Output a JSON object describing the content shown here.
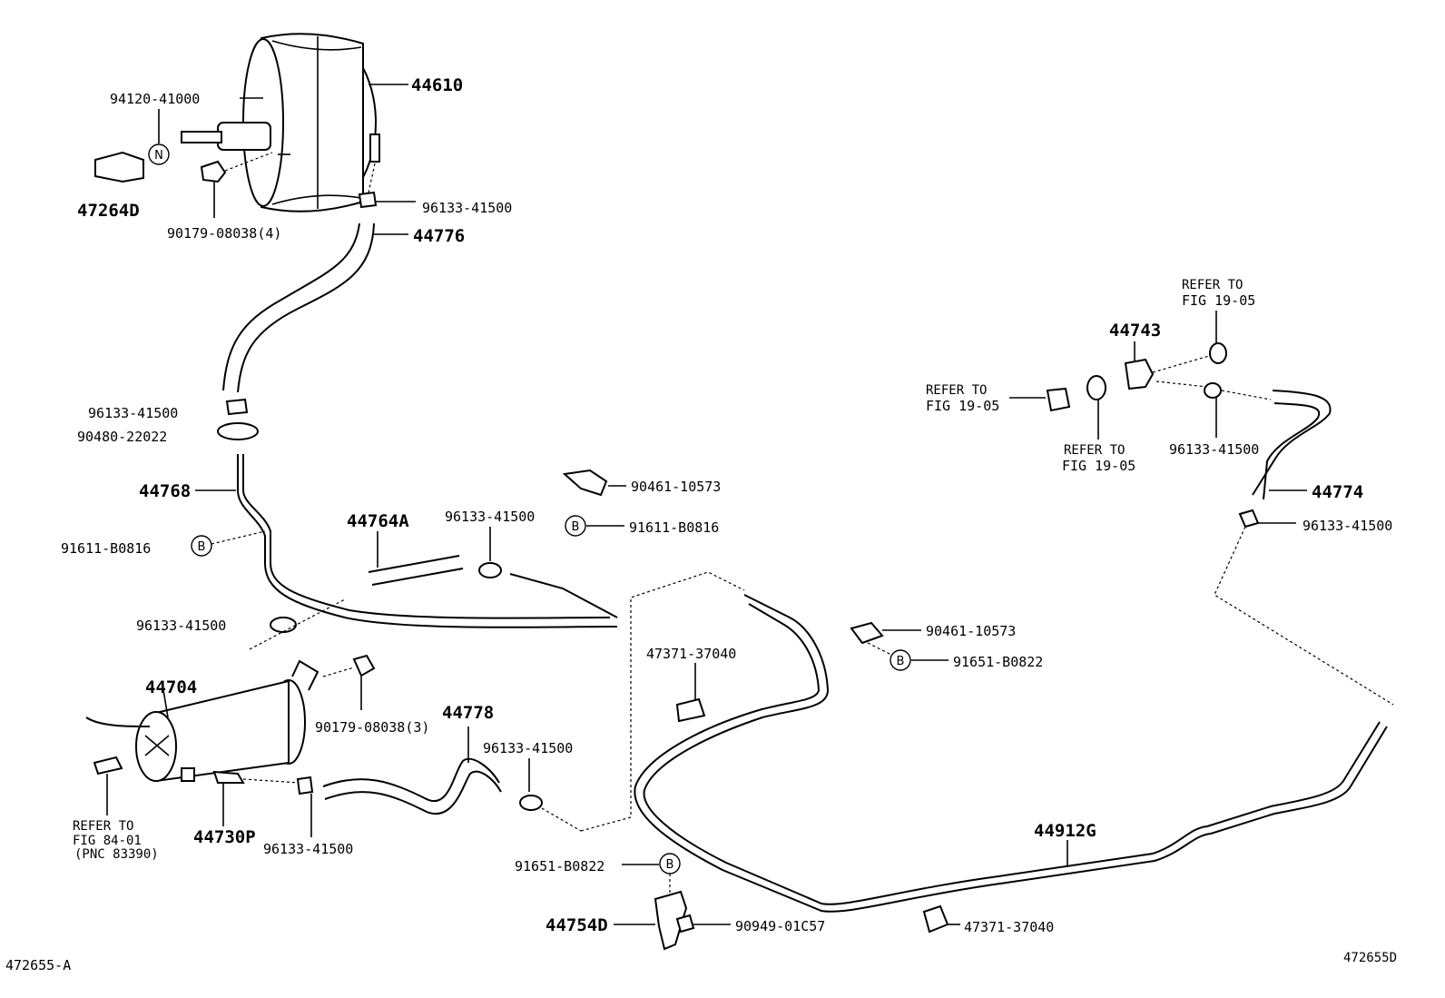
{
  "parts": {
    "p44610": "44610",
    "p94120_41000": "94120-41000",
    "p47264D": "47264D",
    "p90179_08038_4": "90179-08038(4)",
    "p96133_41500_a": "96133-41500",
    "p44776": "44776",
    "p96133_41500_b": "96133-41500",
    "p90480_22022": "90480-22022",
    "p44768": "44768",
    "p91611_B0816_a": "91611-B0816",
    "p96133_41500_c": "96133-41500",
    "p44764A": "44764A",
    "p96133_41500_d": "96133-41500",
    "p90461_10573_a": "90461-10573",
    "p91611_B0816_b": "91611-B0816",
    "p44704": "44704",
    "p90179_08038_3": "90179-08038(3)",
    "p44778": "44778",
    "p96133_41500_e": "96133-41500",
    "p44730P": "44730P",
    "p96133_41500_f": "96133-41500",
    "p91651_B0822_a": "91651-B0822",
    "p44754D": "44754D",
    "p90949_01C57": "90949-01C57",
    "p47371_37040_a": "47371-37040",
    "p47371_37040_b": "47371-37040",
    "p90461_10573_b": "90461-10573",
    "p91651_B0822_b": "91651-B0822",
    "p44912G": "44912G",
    "p44743": "44743",
    "p96133_41500_g": "96133-41500",
    "p44774": "44774",
    "p96133_41500_h": "96133-41500"
  },
  "refs": {
    "refer_to": "REFER TO",
    "fig_19_05": "FIG 19-05",
    "fig_84_01": "FIG 84-01",
    "pnc_83390": "(PNC 83390)"
  },
  "markers": {
    "n": "N",
    "b": "B"
  },
  "footer": {
    "left_code": "472655-A",
    "right_code": "472655D"
  }
}
